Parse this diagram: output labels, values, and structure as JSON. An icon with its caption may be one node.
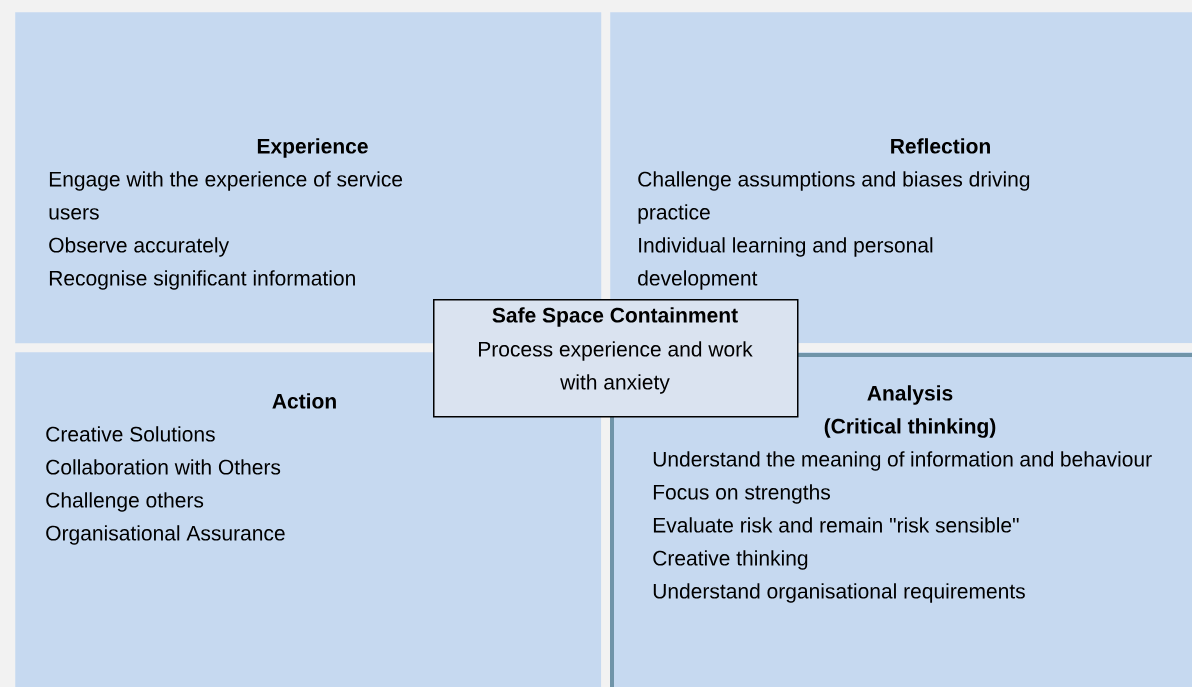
{
  "diagram": {
    "nodes": [
      {
        "text": [
          "Experience",
          "Engage with the experience of service users",
          "Observe accurately",
          "Recognise significant information"
        ]
      },
      {
        "text": [
          "Reflection",
          "Challenge assumptions and biases driving practice",
          "Individual learning and personal development"
        ]
      },
      {
        "text": [
          "Safe Space Containment",
          "Process experience and work with anxiety"
        ]
      },
      {
        "text": [
          "Action",
          "Creative Solutions",
          "Collaboration with Others",
          "Challenge others",
          "Organisational Assurance"
        ]
      },
      {
        "text": [
          "Analysis (Critical thinking)",
          "Understand the meaning of information and behaviour",
          "Focus on strengths",
          "Evaluate risk and remain \"risk sensible\"",
          "Creative thinking",
          "Understand organisational requirements"
        ]
      }
    ]
  }
}
